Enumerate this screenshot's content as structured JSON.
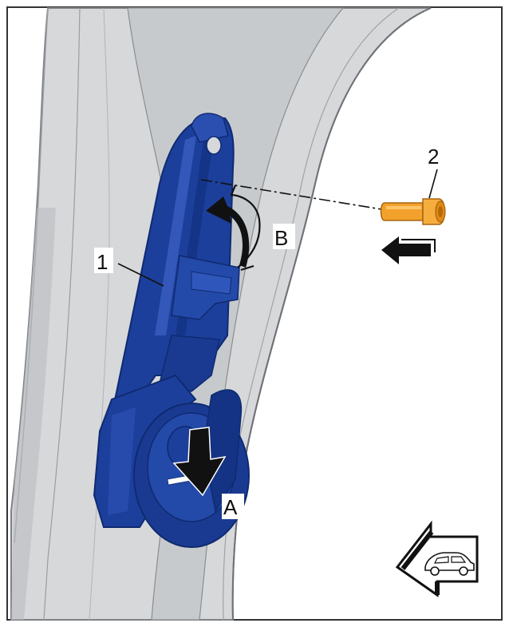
{
  "labels": {
    "part_1": "1",
    "part_2": "2",
    "arrow_a": "A",
    "arrow_b": "B"
  },
  "colors": {
    "frame_border": "#333333",
    "pillar_grey": "#d2d4d6",
    "pillar_shade": "#a9acaf",
    "pillar_edge": "#7e8185",
    "part_blue": "#1c3f9c",
    "part_blue_dark": "#0f2a70",
    "part_blue_light": "#3a5fc0",
    "bolt_orange": "#f2a12c",
    "arrow_black": "#111111"
  },
  "icons": {
    "direction_indicator": "vehicle-forward-arrow-icon",
    "push_arrow": "push-arrow-icon",
    "rotate_arrow": "rotate-arrow-icon",
    "pull_down_arrow": "down-arrow-icon"
  }
}
